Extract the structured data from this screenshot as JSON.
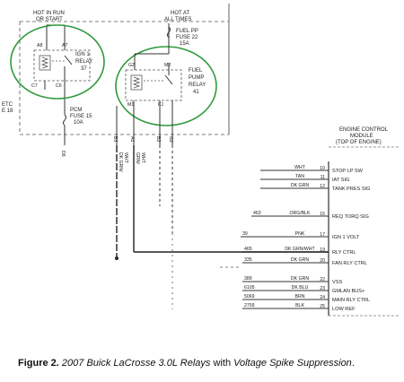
{
  "top_labels": {
    "hot_run": [
      "HOT IN RUN",
      "OR START"
    ],
    "hot_all": [
      "HOT AT",
      "ALL TIMES"
    ]
  },
  "ign_relay": {
    "lines": [
      "IGN 1",
      "RELAY",
      "37"
    ],
    "pins": [
      "A8",
      "A7",
      "C7",
      "C6"
    ]
  },
  "fuel_pump_relay": {
    "lines": [
      "FUEL",
      "PUMP",
      "RELAY",
      "41"
    ],
    "pins": [
      "G2",
      "M2",
      "M1",
      "K1"
    ]
  },
  "fuel_pp_fuse": [
    "FUEL PP",
    "FUSE 22",
    "15A"
  ],
  "pcm_fuse": [
    "PCM",
    "FUSE 15",
    "10A"
  ],
  "etc_label": [
    "ETC",
    "E 18"
  ],
  "connector_pins": [
    "D6",
    "B3",
    "A1",
    "B2",
    "G2"
  ],
  "vertical_wires": [
    "DK GRN/",
    "WHT",
    "GRN/",
    "WHT"
  ],
  "ecm_title": [
    "ENGINE CONTROL",
    "MODULE",
    "(TOP OF ENGINE)"
  ],
  "ecm_rows": [
    {
      "circuit": "",
      "color": "WHT",
      "pin": "10",
      "signal": "STOP LP SW"
    },
    {
      "circuit": "",
      "color": "TAN",
      "pin": "11",
      "signal": "IAT SIG"
    },
    {
      "circuit": "",
      "color": "DK GRN",
      "pin": "12",
      "signal": "TANK PRES SIG"
    },
    {
      "circuit": "463",
      "color": "ORG/BLK",
      "pin": "15",
      "signal": "REQ TORQ SIG"
    },
    {
      "circuit": "39",
      "color": "PNK",
      "pin": "17",
      "signal": "IGN 1 VOLT"
    },
    {
      "circuit": "465",
      "color": "DK GRN/WHT",
      "pin": "19",
      "signal": "RLY CTRL"
    },
    {
      "circuit": "335",
      "color": "DK GRN",
      "pin": "20",
      "signal": "FAN RLY CTRL"
    },
    {
      "circuit": "389",
      "color": "DK GRN",
      "pin": "22",
      "signal": "VSS"
    },
    {
      "circuit": "6105",
      "color": "DK BLU",
      "pin": "23",
      "signal": "GMLAN BUS+"
    },
    {
      "circuit": "5069",
      "color": "BRN",
      "pin": "24",
      "signal": "MAIN RLY CTRL"
    },
    {
      "circuit": "2759",
      "color": "BLK",
      "pin": "25",
      "signal": "LOW REF"
    }
  ],
  "caption": {
    "label": "Figure 2",
    "text": "2007 Buick LaCrosse 3.0L Relays",
    "with": "with",
    "highlight": "Voltage Spike Suppression"
  },
  "colors": {
    "ink": "#333333",
    "circle": "#2e9a3c",
    "background": "#ffffff"
  }
}
